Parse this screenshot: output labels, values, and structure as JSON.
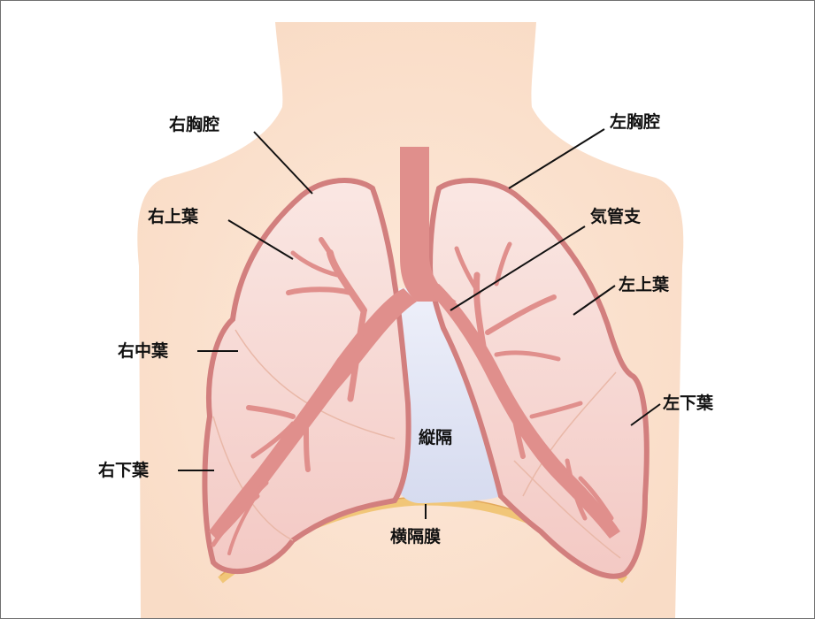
{
  "diagram": {
    "labels": {
      "right_thoracic_cavity": "右胸腔",
      "left_thoracic_cavity": "左胸腔",
      "right_upper_lobe": "右上葉",
      "bronchus": "気管支",
      "left_upper_lobe": "左上葉",
      "right_middle_lobe": "右中葉",
      "left_lower_lobe": "左下葉",
      "mediastinum": "縦隔",
      "right_lower_lobe": "右下葉",
      "diaphragm": "横隔膜"
    },
    "colors": {
      "body": "#fbe6d6",
      "lung_fill": "#f7d3cf",
      "lung_outline": "#d27f7e",
      "airway": "#e08f8c",
      "mediastinum": "#dfe2f2",
      "diaphragm": "#f2c879",
      "leader_line": "#111111"
    }
  }
}
